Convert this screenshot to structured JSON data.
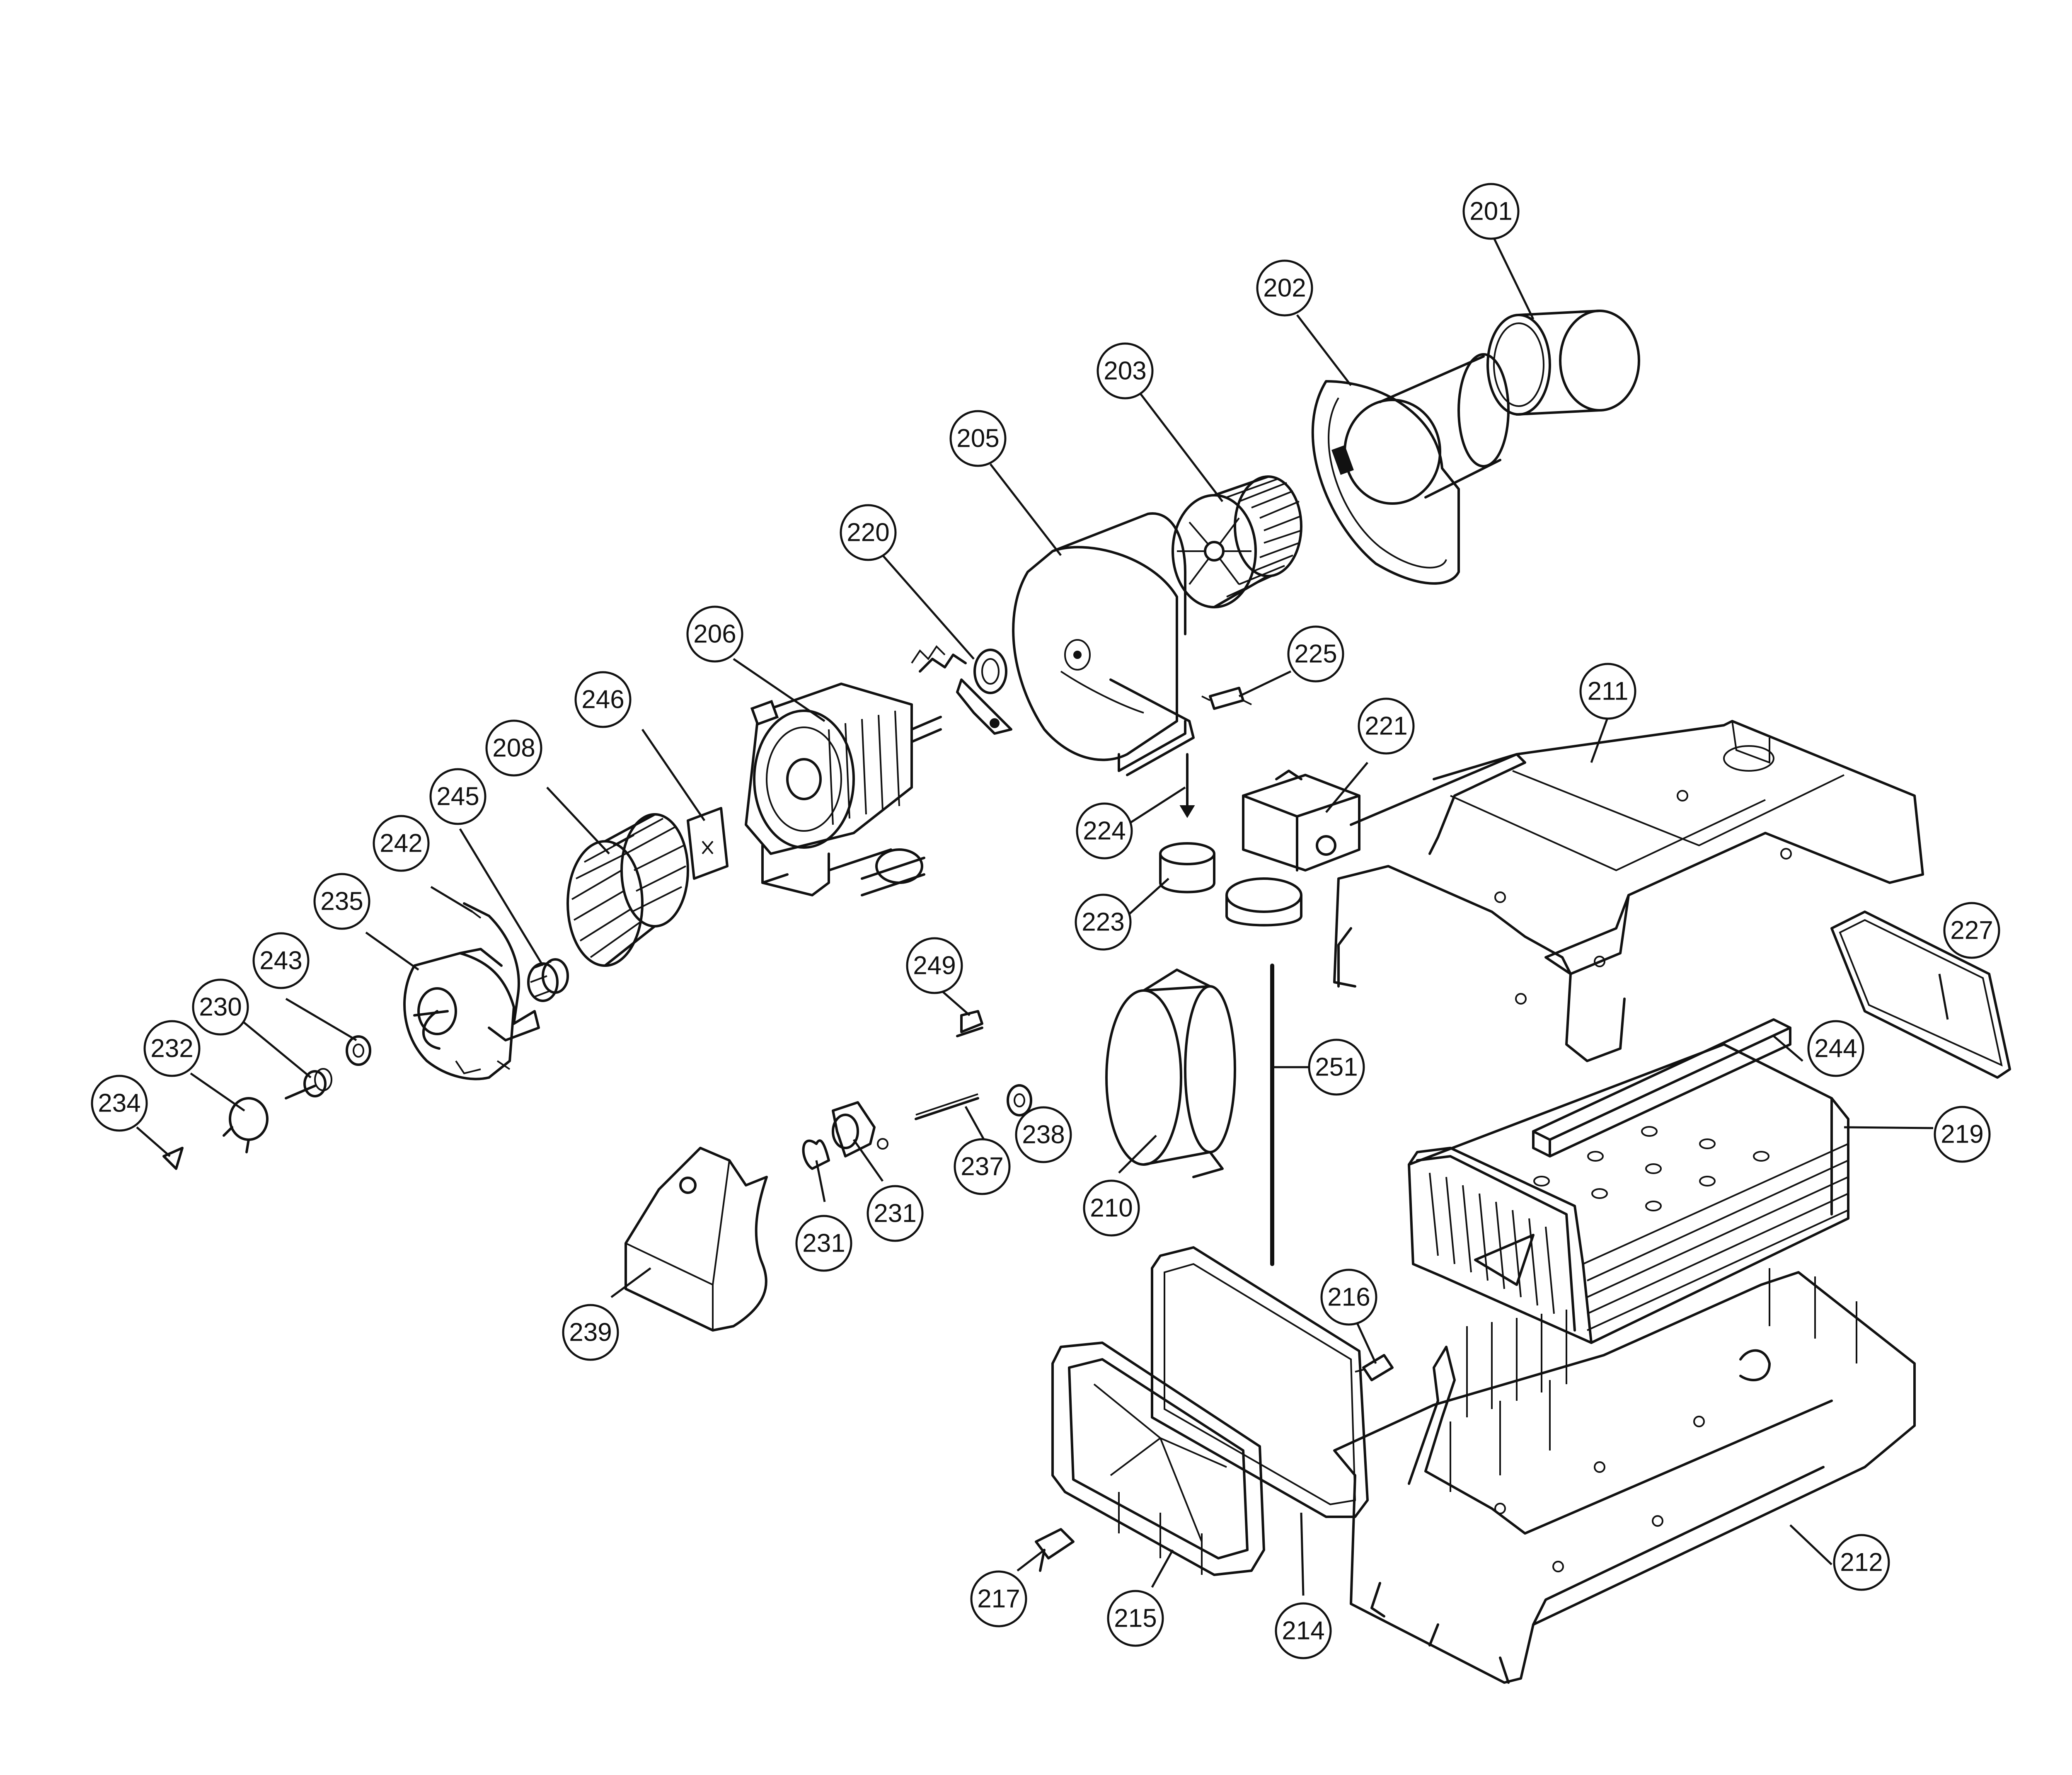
{
  "callouts": [
    {
      "id": "201",
      "label": "201"
    },
    {
      "id": "202",
      "label": "202"
    },
    {
      "id": "203",
      "label": "203"
    },
    {
      "id": "205",
      "label": "205"
    },
    {
      "id": "220",
      "label": "220"
    },
    {
      "id": "206",
      "label": "206"
    },
    {
      "id": "225",
      "label": "225"
    },
    {
      "id": "211",
      "label": "211"
    },
    {
      "id": "221",
      "label": "221"
    },
    {
      "id": "246",
      "label": "246"
    },
    {
      "id": "208",
      "label": "208"
    },
    {
      "id": "245",
      "label": "245"
    },
    {
      "id": "242",
      "label": "242"
    },
    {
      "id": "224",
      "label": "224"
    },
    {
      "id": "235",
      "label": "235"
    },
    {
      "id": "223",
      "label": "223"
    },
    {
      "id": "227",
      "label": "227"
    },
    {
      "id": "243",
      "label": "243"
    },
    {
      "id": "249",
      "label": "249"
    },
    {
      "id": "230",
      "label": "230"
    },
    {
      "id": "232",
      "label": "232"
    },
    {
      "id": "244",
      "label": "244"
    },
    {
      "id": "251",
      "label": "251"
    },
    {
      "id": "234",
      "label": "234"
    },
    {
      "id": "238",
      "label": "238"
    },
    {
      "id": "219",
      "label": "219"
    },
    {
      "id": "237",
      "label": "237"
    },
    {
      "id": "231a",
      "label": "231"
    },
    {
      "id": "231b",
      "label": "231"
    },
    {
      "id": "210",
      "label": "210"
    },
    {
      "id": "216",
      "label": "216"
    },
    {
      "id": "239",
      "label": "239"
    },
    {
      "id": "212",
      "label": "212"
    },
    {
      "id": "217",
      "label": "217"
    },
    {
      "id": "215",
      "label": "215"
    },
    {
      "id": "214",
      "label": "214"
    }
  ]
}
